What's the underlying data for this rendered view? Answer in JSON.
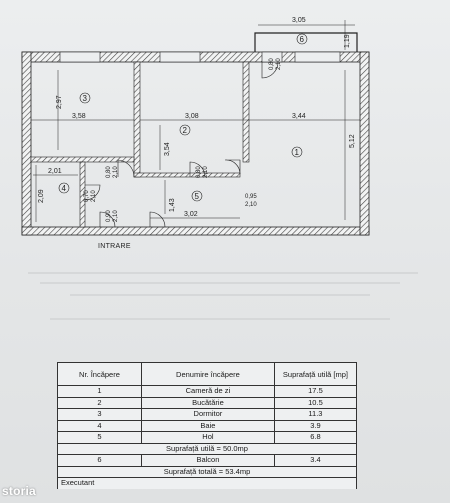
{
  "plan": {
    "dims": [
      "3,05",
      "1,19",
      "2,97",
      "3,58",
      "3,08",
      "3,44",
      "5,12",
      "3,54",
      "2,01",
      "2,09",
      "1,43",
      "3,02"
    ],
    "rooms": [
      "1",
      "2",
      "3",
      "4",
      "5",
      "6"
    ],
    "doors": [
      "0,80",
      "2,10",
      "0,80",
      "2,10",
      "0,80",
      "2,10",
      "0,70",
      "2,10",
      "0,95",
      "2,10",
      "0,90",
      "2,10",
      "0,70",
      "2,10"
    ],
    "entry_label": "INTRARE"
  },
  "table": {
    "headers": [
      "Nr. Încăpere",
      "Denumire încăpere",
      "Suprafață utilă [mp]"
    ],
    "rows": [
      {
        "nr": "1",
        "name": "Cameră de zi",
        "area": "17.5"
      },
      {
        "nr": "2",
        "name": "Bucătărie",
        "area": "10.5"
      },
      {
        "nr": "3",
        "name": "Dormitor",
        "area": "11.3"
      },
      {
        "nr": "4",
        "name": "Baie",
        "area": "3.9"
      },
      {
        "nr": "5",
        "name": "Hol",
        "area": "6.8"
      }
    ],
    "useful_total": "Suprafață utilă = 50.0mp",
    "balcony": {
      "nr": "6",
      "name": "Balcon",
      "area": "3.4"
    },
    "grand_total": "Suprafață totală = 53.4mp",
    "executant": "Executant"
  },
  "watermark": "storia"
}
